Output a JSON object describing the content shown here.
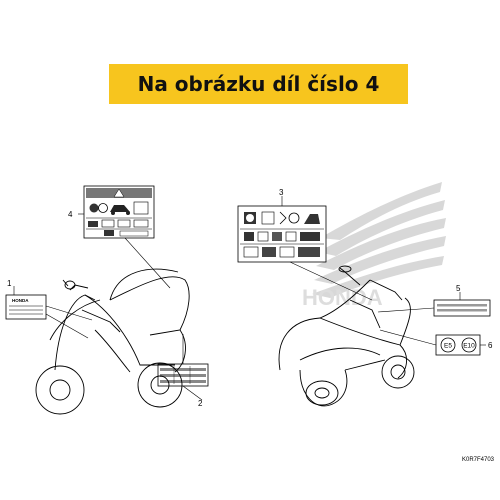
{
  "banner": {
    "title": "Na obrázku díl číslo 4",
    "background": "#f7c51e"
  },
  "callouts": [
    "1",
    "2",
    "3",
    "4",
    "5",
    "6"
  ],
  "badges": {
    "e5": "E5",
    "e10": "E10"
  },
  "brand_label": "HONDA",
  "diagram_code": "K0R7F4703"
}
